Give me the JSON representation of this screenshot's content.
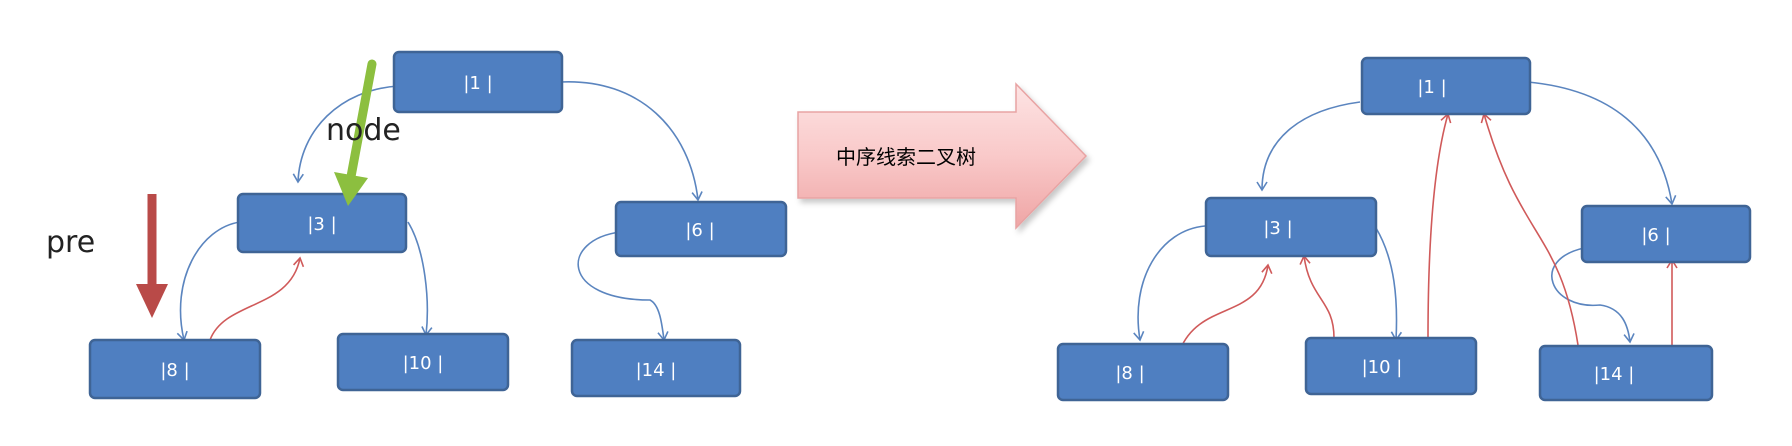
{
  "left_tree": {
    "nodes": [
      {
        "id": "n1",
        "label": "|1 |"
      },
      {
        "id": "n3",
        "label": "|3 |"
      },
      {
        "id": "n6",
        "label": "|6 |"
      },
      {
        "id": "n8",
        "label": "|8 |"
      },
      {
        "id": "n10",
        "label": "|10 |"
      },
      {
        "id": "n14",
        "label": "|14 |"
      }
    ],
    "node_pointer_label": "node",
    "pre_pointer_label": "pre"
  },
  "transform_arrow": {
    "label": "中序线索二叉树"
  },
  "right_tree": {
    "nodes": [
      {
        "id": "r1",
        "label": "|1 |"
      },
      {
        "id": "r3",
        "label": "|3 |"
      },
      {
        "id": "r6",
        "label": "|6 |"
      },
      {
        "id": "r8",
        "label": "|8 |"
      },
      {
        "id": "r10",
        "label": "|10 |"
      },
      {
        "id": "r14",
        "label": "|14 |"
      }
    ]
  },
  "colors": {
    "node_fill": "#4f7fc1",
    "node_stroke": "#3f6495",
    "tree_edge": "#5b85bf",
    "thread_edge": "#d05a5a",
    "node_pointer_arrow": "#8cbf3f",
    "pre_pointer_arrow": "#b94a48",
    "transform_arrow_fill": "#f6c0c0"
  }
}
